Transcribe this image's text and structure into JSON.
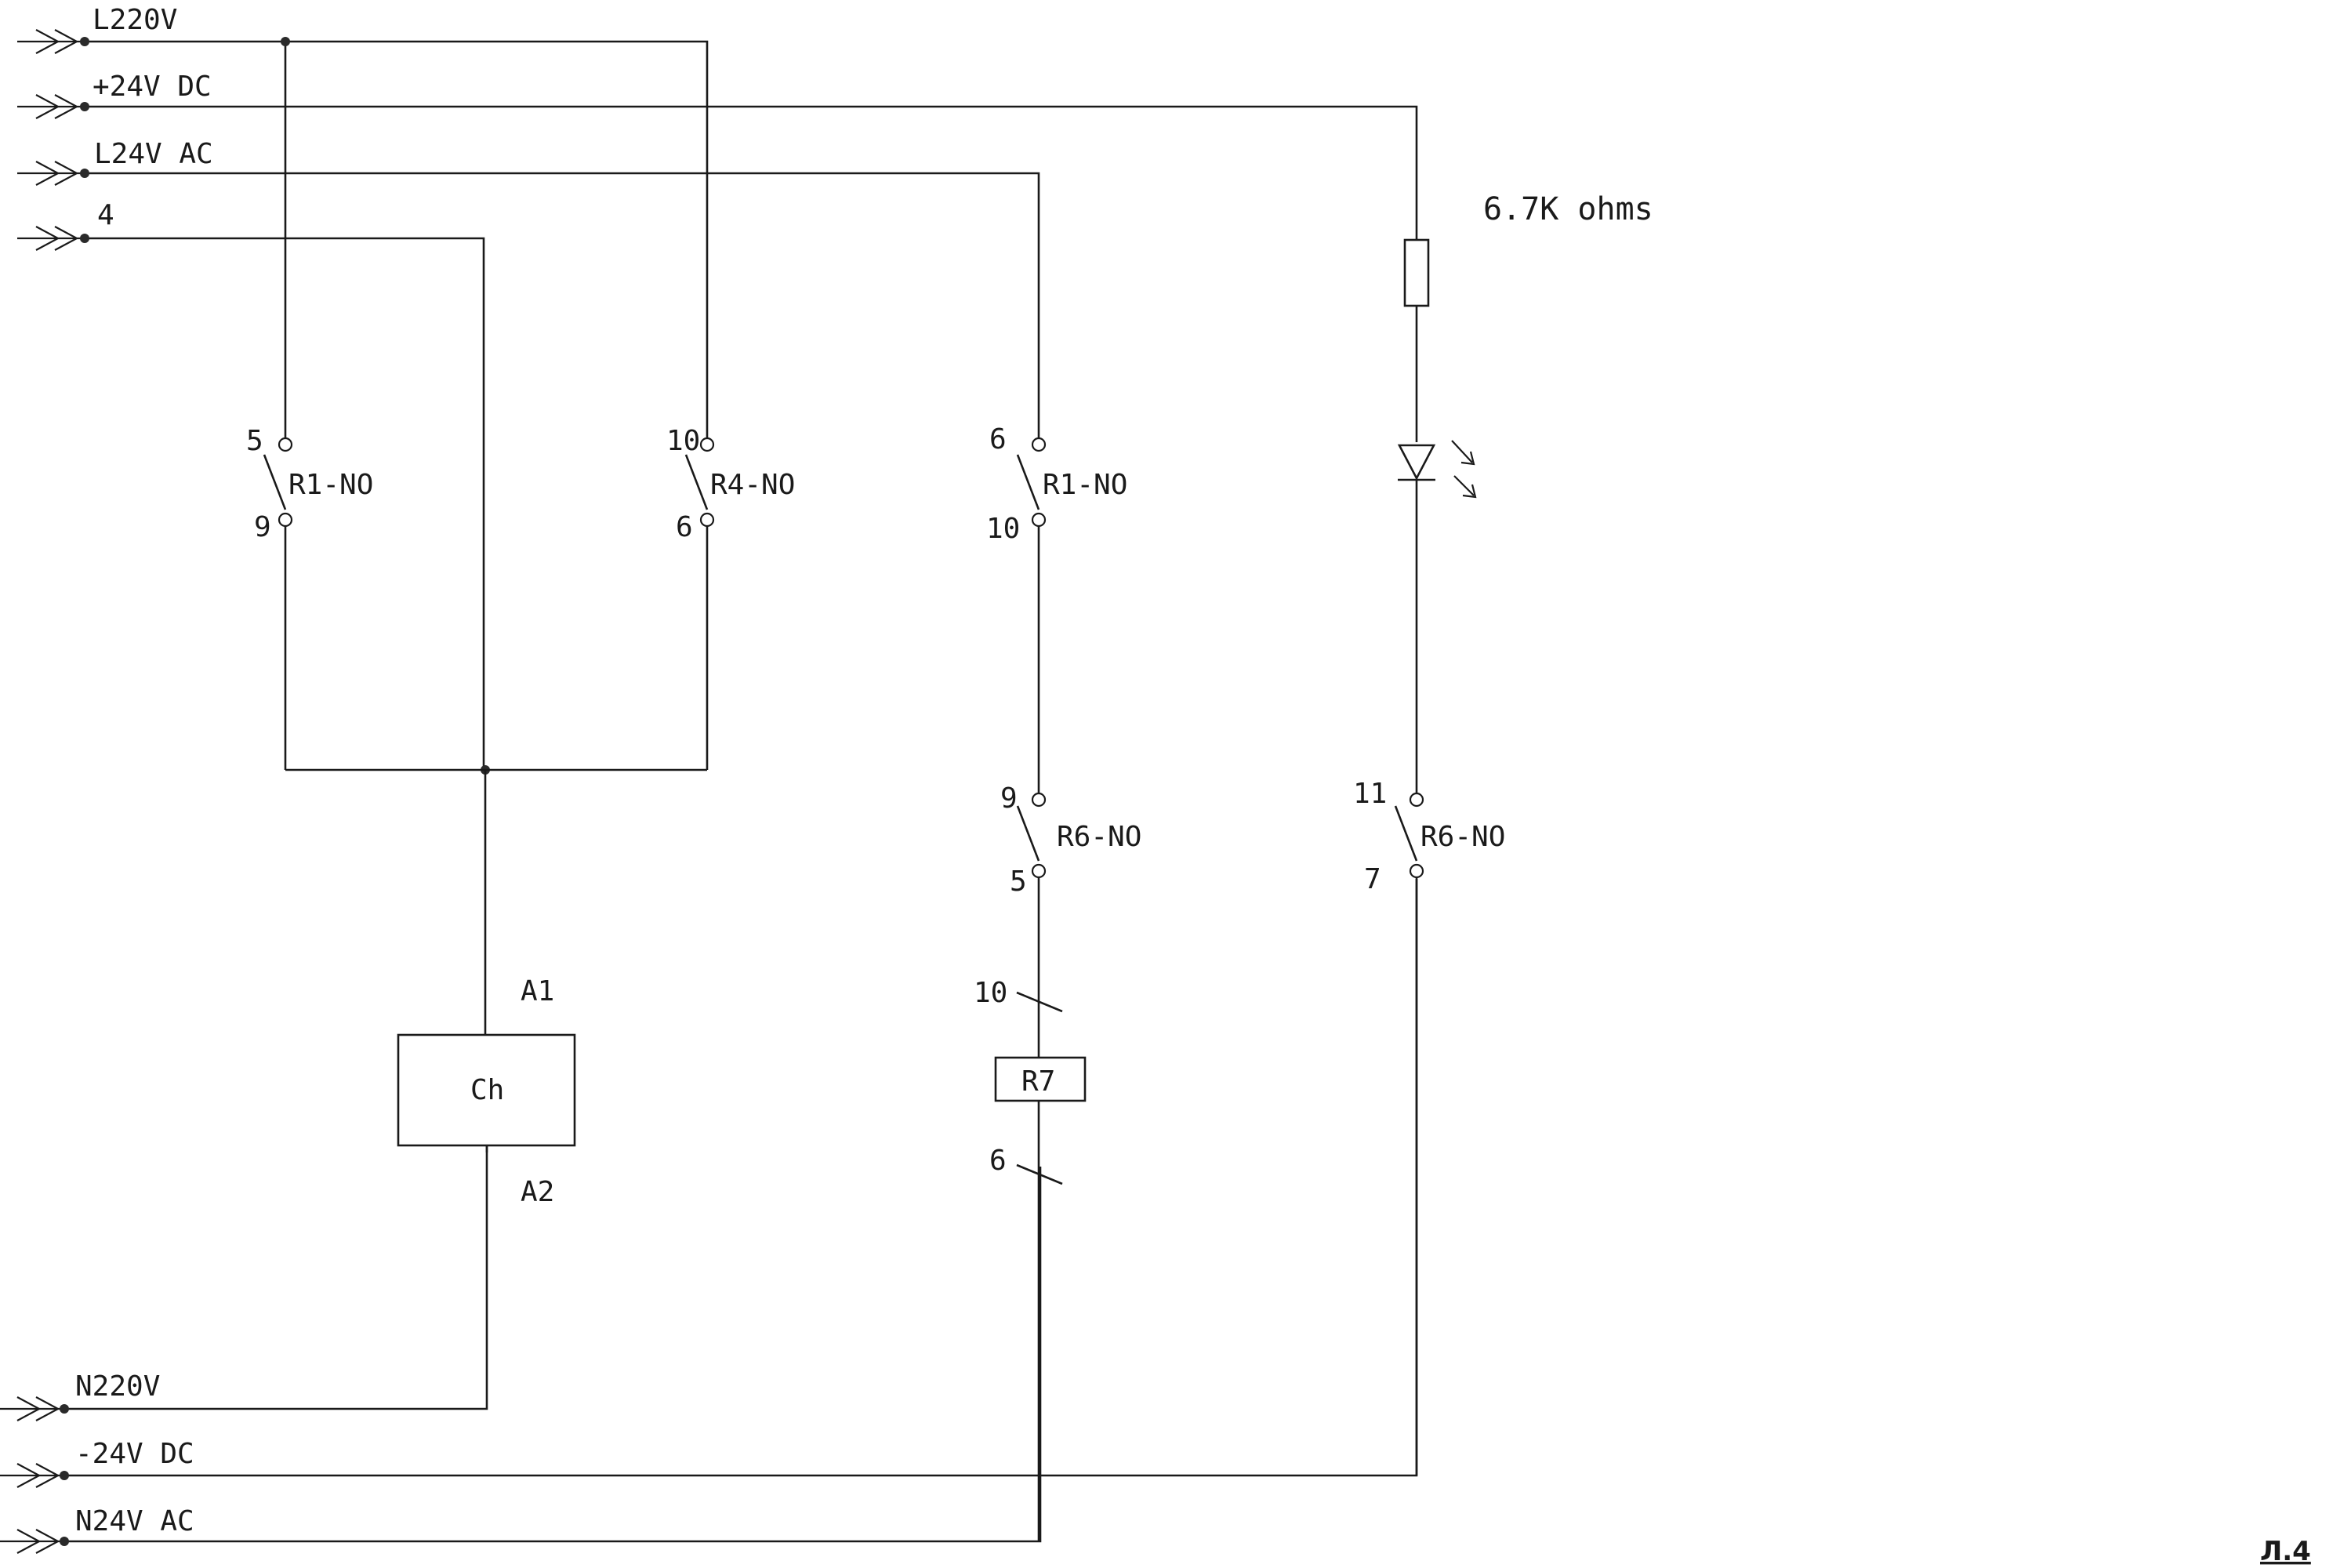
{
  "buses": {
    "l220v": "L220V",
    "p24vdc": "+24V DC",
    "l24vac": "L24V AC",
    "line4": "4",
    "n220v": "N220V",
    "m24vdc": "-24V DC",
    "n24vac": "N24V AC"
  },
  "contacts": {
    "r1_left": {
      "label": "R1-NO",
      "top_pin": "5",
      "bottom_pin": "9"
    },
    "r4": {
      "label": "R4-NO",
      "top_pin": "10",
      "bottom_pin": "6"
    },
    "r1_mid": {
      "label": "R1-NO",
      "top_pin": "6",
      "bottom_pin": "10"
    },
    "r6_mid": {
      "label": "R6-NO",
      "top_pin": "9",
      "bottom_pin": "5"
    },
    "r6_right": {
      "label": "R6-NO",
      "top_pin": "11",
      "bottom_pin": "7"
    }
  },
  "components": {
    "ch": {
      "label": "Ch",
      "pin_top": "A1",
      "pin_bottom": "A2"
    },
    "r7": {
      "label": "R7",
      "pin_top": "10",
      "pin_bottom": "6"
    },
    "resistor": {
      "value": "6.7K ohms"
    },
    "led": {
      "icon": "led-icon"
    }
  },
  "sheet_label": "Л.4"
}
